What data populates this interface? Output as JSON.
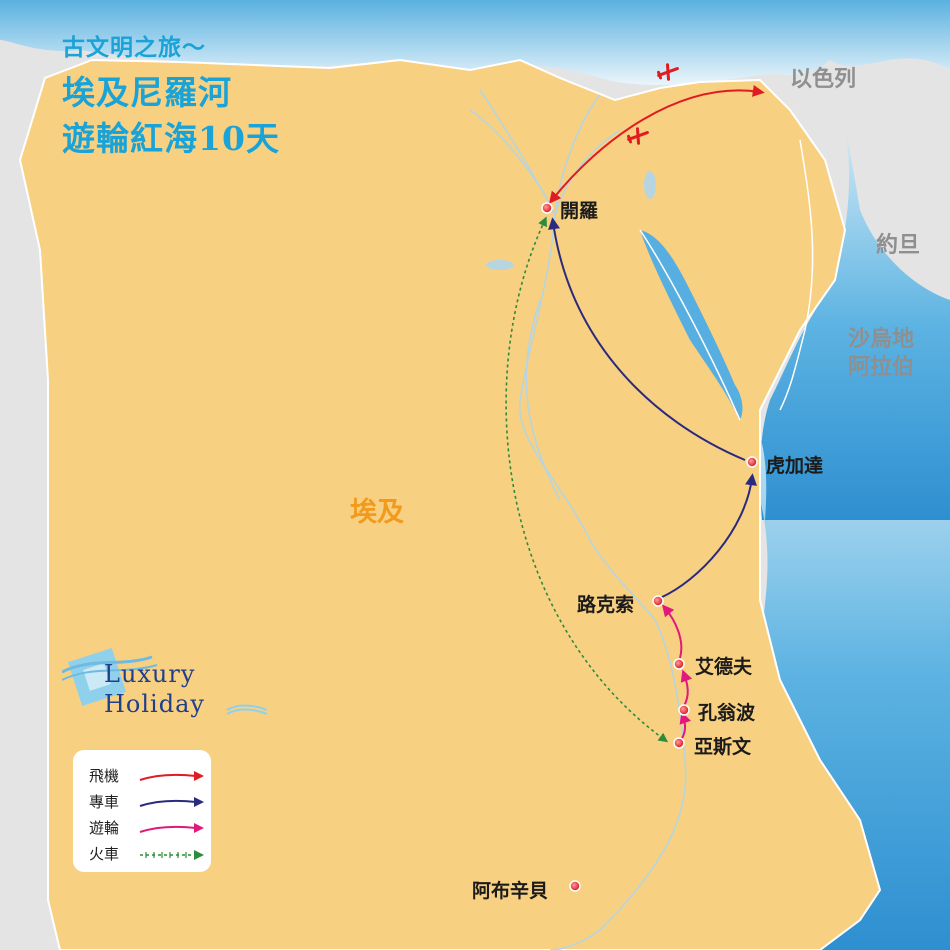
{
  "title": {
    "line1": "古文明之旅～",
    "line2": "埃及尼羅河",
    "line3": "遊輪紅海10天"
  },
  "countries": {
    "israel": "以色列",
    "jordan": "約旦",
    "saudi_line1": "沙烏地",
    "saudi_line2": "阿拉伯",
    "egypt": "埃及"
  },
  "cities": {
    "cairo": "開羅",
    "hurghada": "虎加達",
    "luxor": "路克索",
    "edfu": "艾德夫",
    "kom_ombo": "孔翁波",
    "aswan": "亞斯文",
    "abu_simbel": "阿布辛貝"
  },
  "legend": {
    "plane": "飛機",
    "car": "專車",
    "cruise": "遊輪",
    "train": "火車"
  },
  "logo": {
    "line1": "Luxury",
    "line2": "Holiday"
  },
  "colors": {
    "land": "#f8d082",
    "sea": "#4aa8dd",
    "neighbor": "#e4e4e4",
    "plane": "#e01b22",
    "car": "#2a2a7e",
    "cruise": "#e2197c",
    "train": "#2e8b3a",
    "title": "#1aa3d6"
  }
}
